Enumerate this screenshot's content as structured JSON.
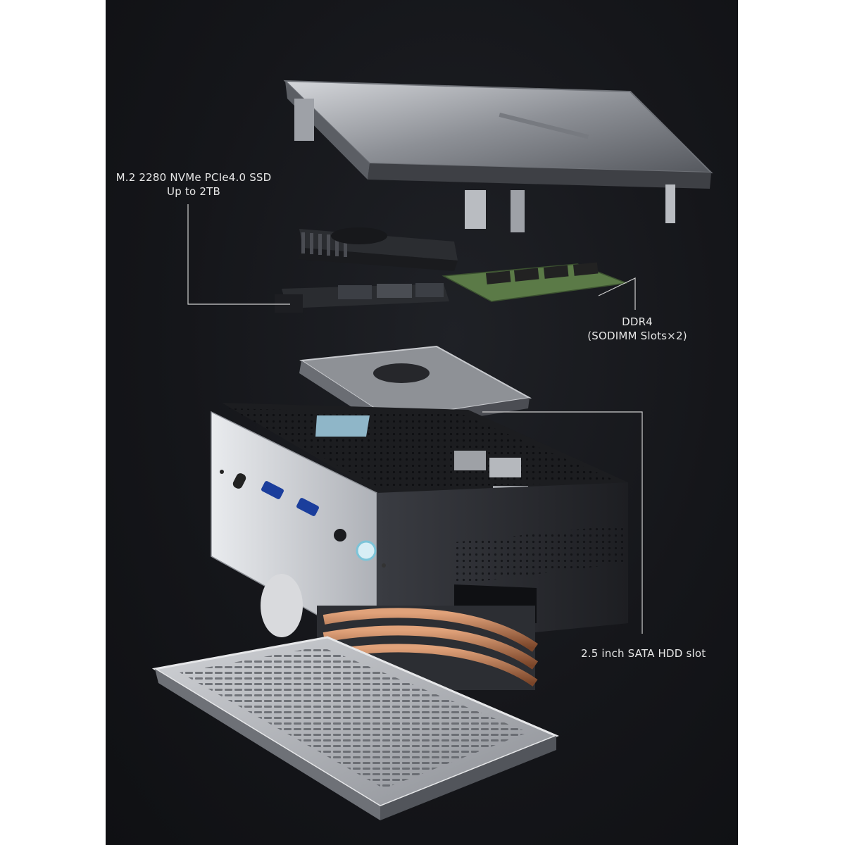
{
  "labels": {
    "ssd": {
      "line1": "M.2 2280 NVMe PCIe4.0 SSD",
      "line2": "Up to 2TB"
    },
    "ddr": {
      "line1": "DDR4",
      "line2": "(SODIMM Slots×2)"
    },
    "hdd": {
      "line1": "2.5 inch SATA HDD slot"
    }
  },
  "colors": {
    "background": "#15161a",
    "chassis_front": "#c9ccd1",
    "chassis_side": "#2a2c31",
    "copper": "#b0714a",
    "ram_pcb": "#5b7a47",
    "label_text": "#e6e6e6"
  }
}
